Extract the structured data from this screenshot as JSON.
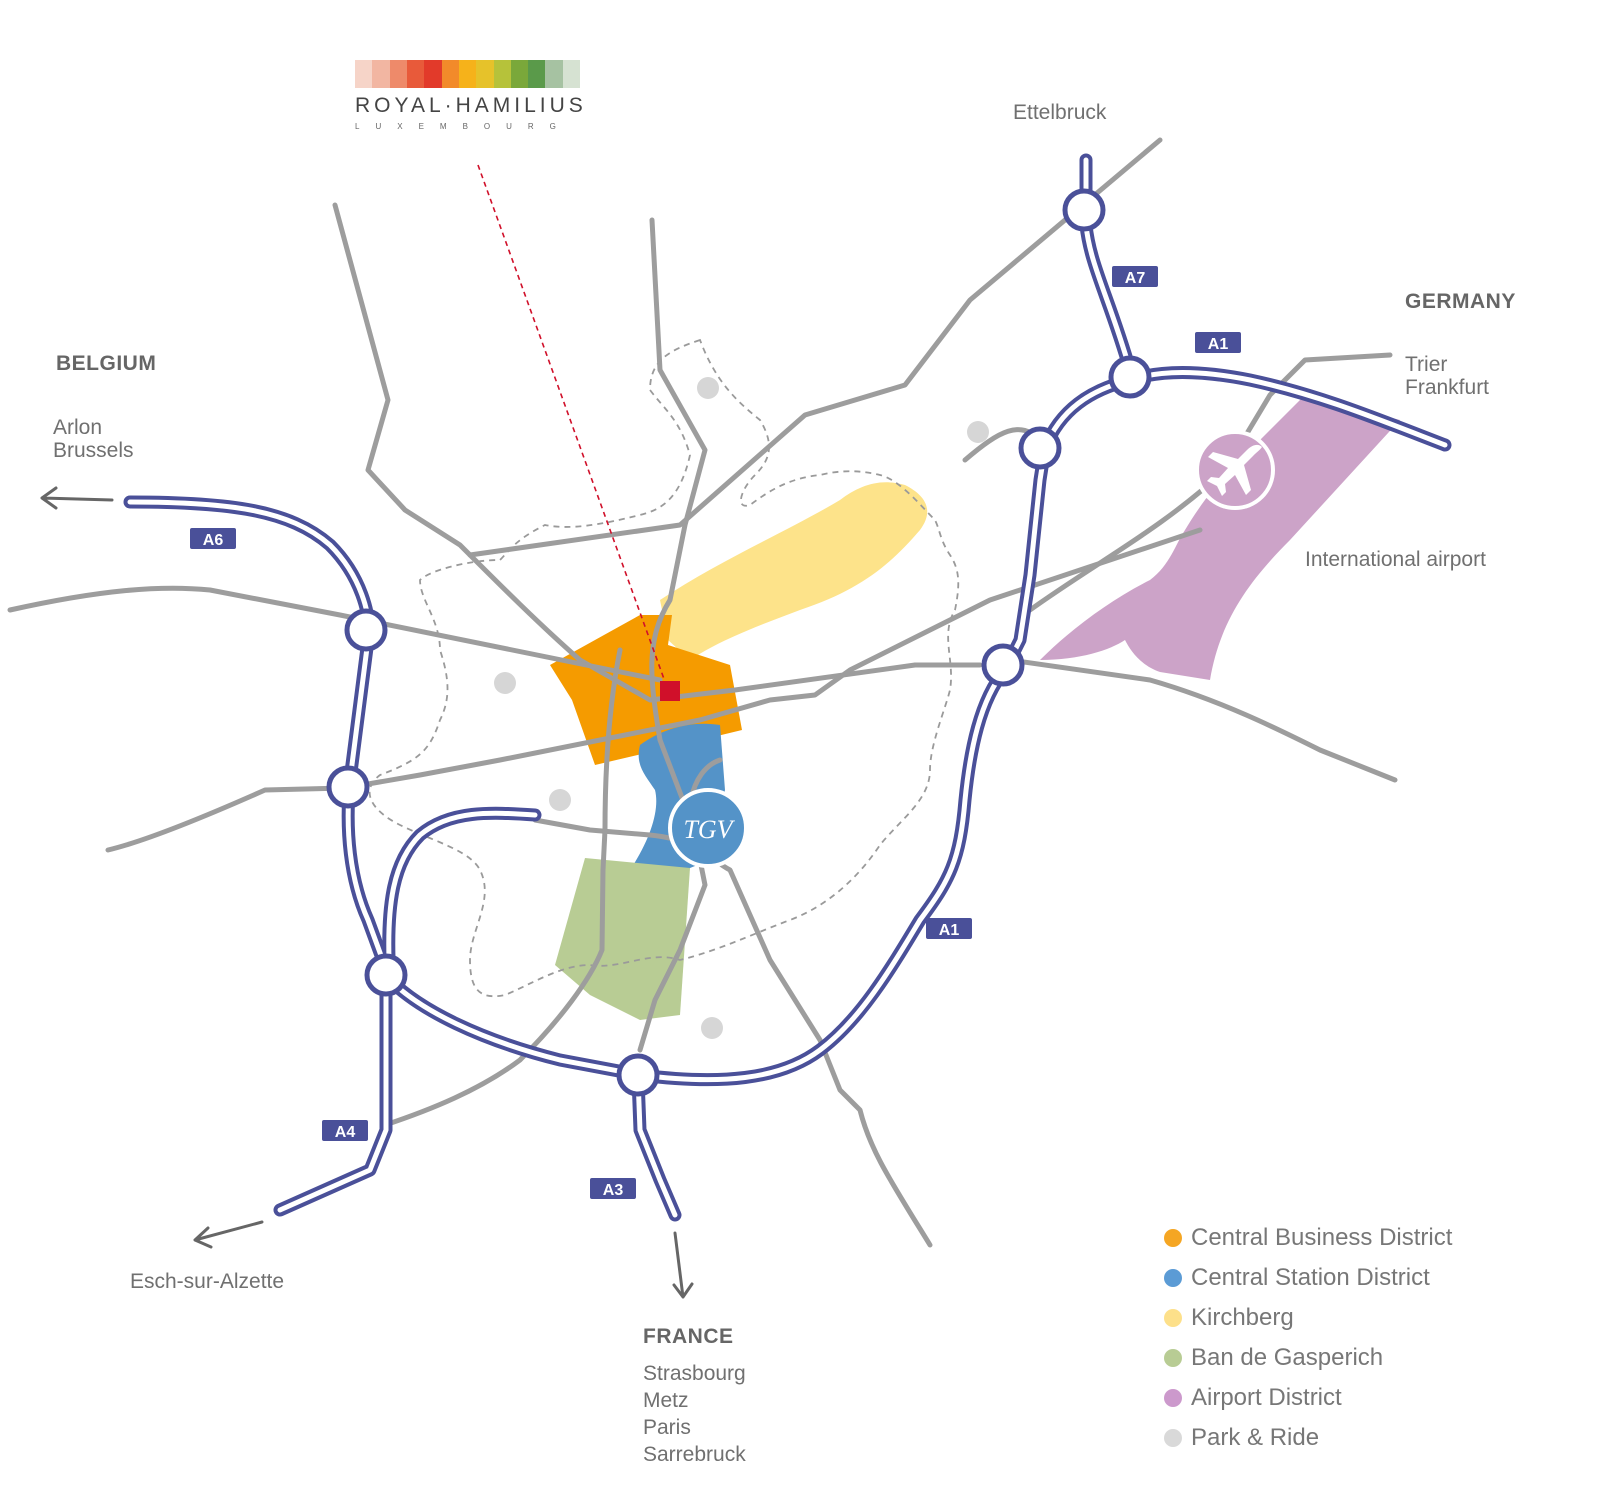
{
  "logo": {
    "title": "ROYAL·HAMILIUS",
    "subtitle": "LUXEMBOURG",
    "palette": [
      "#f6d4c8",
      "#f2b6a2",
      "#ee8a6a",
      "#e85a3a",
      "#e23a2a",
      "#f28a2a",
      "#f6b21a",
      "#e6c22a",
      "#b6c23a",
      "#7aa83a",
      "#5a9a4a",
      "#a6c2a2",
      "#d6e2d2"
    ]
  },
  "countries": {
    "belgium": "BELGIUM",
    "germany": "GERMANY",
    "france": "FRANCE"
  },
  "destinations": {
    "belgium": [
      "Arlon",
      "Brussels"
    ],
    "germany": [
      "Trier",
      "Frankfurt"
    ],
    "north": "Ettelbruck",
    "southwest": "Esch-sur-Alzette",
    "france": [
      "Strasbourg",
      "Metz",
      "Paris",
      "Sarrebruck"
    ],
    "airport": "International airport"
  },
  "highways": {
    "a1_top": "A1",
    "a1_bottom": "A1",
    "a3": "A3",
    "a4": "A4",
    "a6": "A6",
    "a7": "A7"
  },
  "tgv": "TGV",
  "legend": [
    {
      "label": "Central Business District",
      "color": "#f5a623"
    },
    {
      "label": "Central Station District",
      "color": "#5b9bd5"
    },
    {
      "label": "Kirchberg",
      "color": "#fde08a"
    },
    {
      "label": "Ban de Gasperich",
      "color": "#b8cc94"
    },
    {
      "label": "Airport District",
      "color": "#cc99cc"
    },
    {
      "label": "Park & Ride",
      "color": "#d9d9d9"
    }
  ],
  "colors": {
    "highway": "#4a5099",
    "road": "#9d9d9d",
    "cbd": "#f59b00",
    "station": "#5493c8",
    "kirchberg": "#fde38a",
    "gasperich": "#b8cc94",
    "airport": "#cca3c8",
    "park_ride": "#d6d6d6",
    "marker": "#d0102a"
  }
}
